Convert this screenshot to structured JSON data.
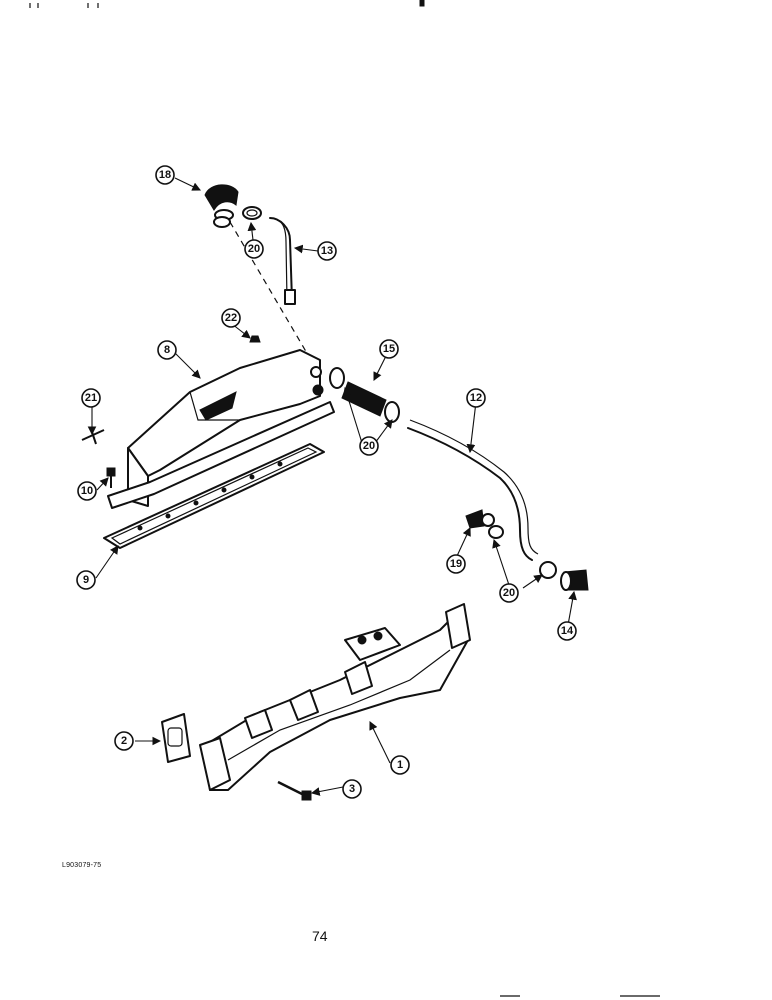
{
  "figure_code": "L903079-75",
  "page_number": "74",
  "callouts": {
    "c1": "1",
    "c2": "2",
    "c3": "3",
    "c8": "8",
    "c9": "9",
    "c10": "10",
    "c12": "12",
    "c13": "13",
    "c14": "14",
    "c15": "15",
    "c18": "18",
    "c19": "19",
    "c20a": "20",
    "c20b": "20",
    "c20c": "20",
    "c21": "21",
    "c22": "22"
  }
}
